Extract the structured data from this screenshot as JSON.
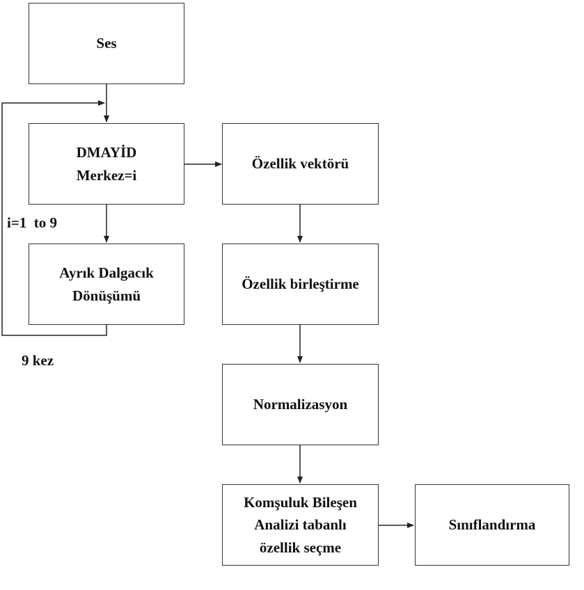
{
  "nodes": {
    "ses": {
      "lines": [
        "Ses"
      ]
    },
    "dmayid": {
      "lines": [
        "DMAYİD",
        "Merkez=i"
      ]
    },
    "ayrik": {
      "lines": [
        "Ayrık Dalgacık",
        "Dönüşümü"
      ]
    },
    "ozellik_vektoru": {
      "lines": [
        "Özellik vektörü"
      ]
    },
    "ozellik_birlestirme": {
      "lines": [
        "Özellik birleştirme"
      ]
    },
    "normalizasyon": {
      "lines": [
        "Normalizasyon"
      ]
    },
    "komsuluk": {
      "lines": [
        "Komşuluk Bileşen",
        "Analizi tabanlı",
        "özellik seçme"
      ]
    },
    "siniflandirma": {
      "lines": [
        "Sınıflandırma"
      ]
    }
  },
  "labels": {
    "loop_range": "i=1  to 9",
    "loop_count": "9 kez"
  }
}
